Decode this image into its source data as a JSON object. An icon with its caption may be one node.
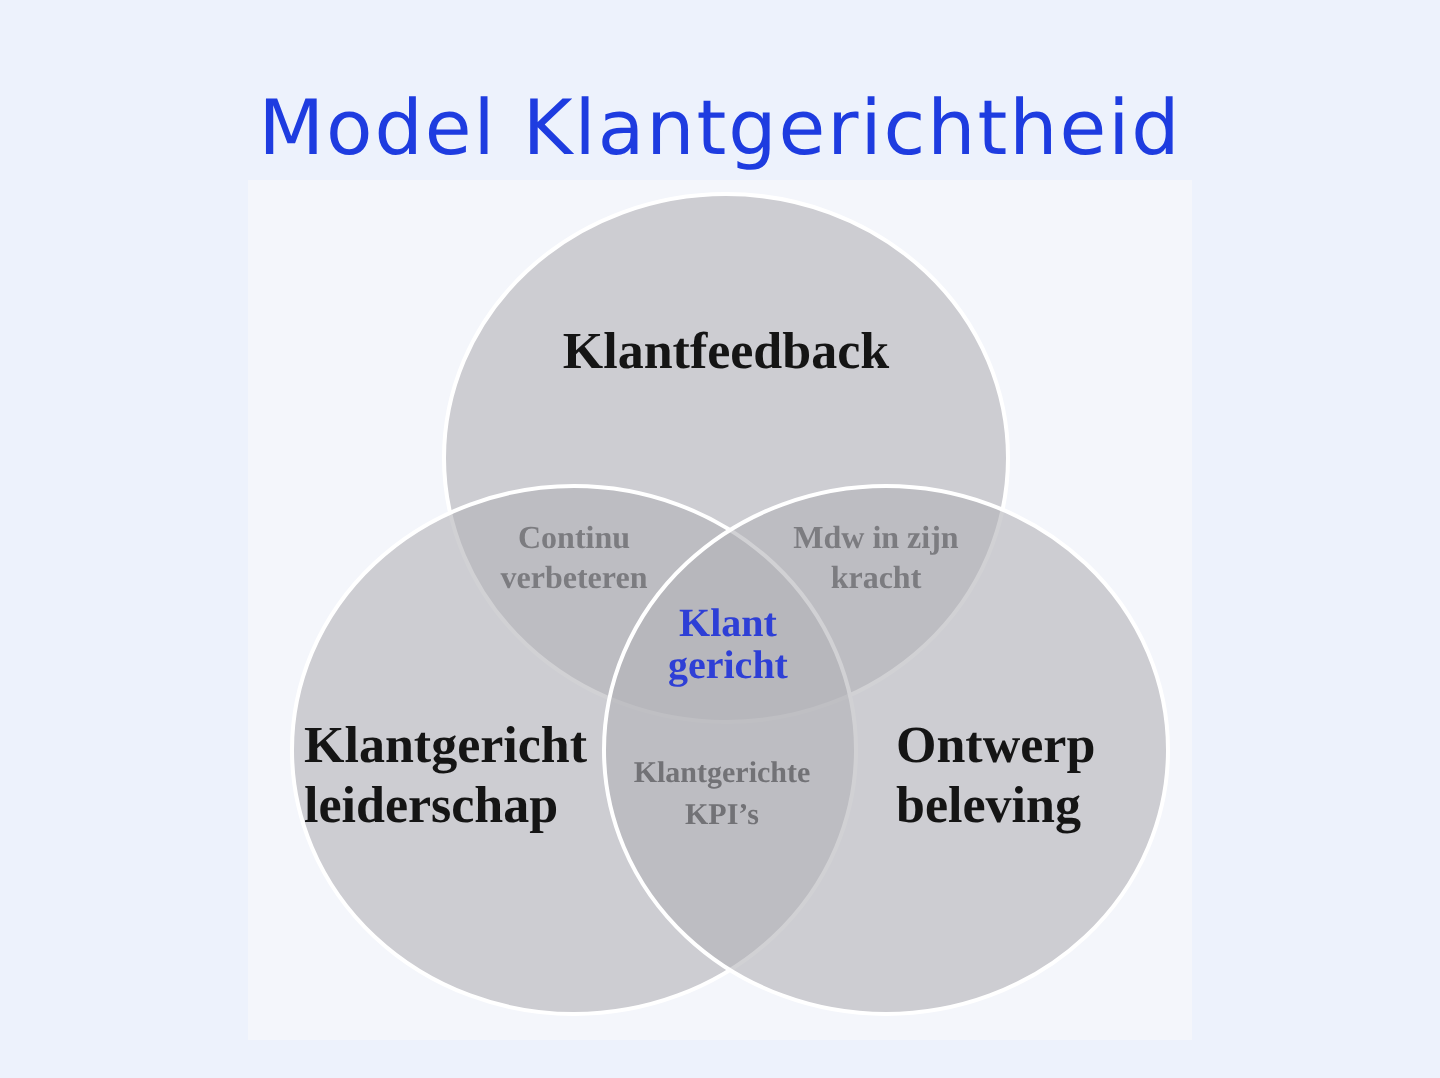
{
  "diagram": {
    "title": "Model Klantgerichtheid",
    "nodes": [
      {
        "text": [
          "Klantfeedback"
        ]
      },
      {
        "text": [
          "Klantgericht leiderschap"
        ]
      },
      {
        "text": [
          "Ontwerp beleving"
        ]
      }
    ],
    "labels": [
      "Continu verbeteren",
      "Mdw in zijn kracht",
      "Klant gericht",
      "Klantgerichte KPI’s"
    ]
  }
}
